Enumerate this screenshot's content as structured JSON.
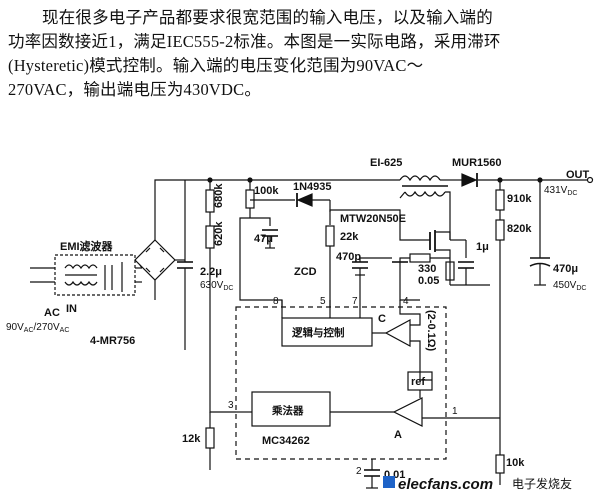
{
  "description": {
    "line1": "现在很多电子产品都要求很宽范围的输入电压，以及输入端的",
    "line2": "功率因数接近1，满足IEC555-2标准。本图是一实际电路，采用滞环",
    "line3": "(Hysteretic)模式控制。输入端的电压变化范围为90VAC～",
    "line4": "270VAC，输出端电压为430VDC。"
  },
  "labels": {
    "transformer": "EI-625",
    "diode_out": "MUR1560",
    "out": "OUT",
    "out_voltage": "431V",
    "out_voltage_sub": "DC",
    "r_100k": "100k",
    "diode_1n4935": "1N4935",
    "r_680k": "680k",
    "r_620k": "620k",
    "c_47u": "47μ",
    "mosfet": "MTW20N50E",
    "r_22k": "22k",
    "r_910k": "910k",
    "r_820k": "820k",
    "c_1u": "1μ",
    "c_470p": "470p",
    "r_330": "330",
    "r_005": "0.05",
    "c_470u": "470μ",
    "c_470u_v": "450V",
    "c_470u_v_sub": "DC",
    "emi": "EMI滤波器",
    "ac_in_1": "AC",
    "ac_in_2": "IN",
    "ac_range": "90V",
    "ac_range_sub1": "AC",
    "ac_range_mid": "/270V",
    "ac_range_sub2": "AC",
    "bridge": "4-MR756",
    "c_22u": "2.2μ",
    "c_22u_v": "630V",
    "c_22u_v_sub": "DC",
    "zcd": "ZCD",
    "pin8": "8",
    "pin5": "5",
    "pin7": "7",
    "pin4": "4",
    "pin3": "3",
    "pin1": "1",
    "pin2": "2",
    "logic_block": "逻辑与控制",
    "comp_c": "C",
    "sense_range": "(2-0.1Ω)",
    "ref": "ref",
    "multiplier": "乘法器",
    "amp_a": "A",
    "ic": "MC34262",
    "r_12k": "12k",
    "c_001": "0.01",
    "r_10k": "10k",
    "watermark_logo": "elecfans.com",
    "watermark_cn": "电子发烧友"
  },
  "colors": {
    "ink": "#111111",
    "background": "#ffffff",
    "watermark": "#1e63c8"
  }
}
